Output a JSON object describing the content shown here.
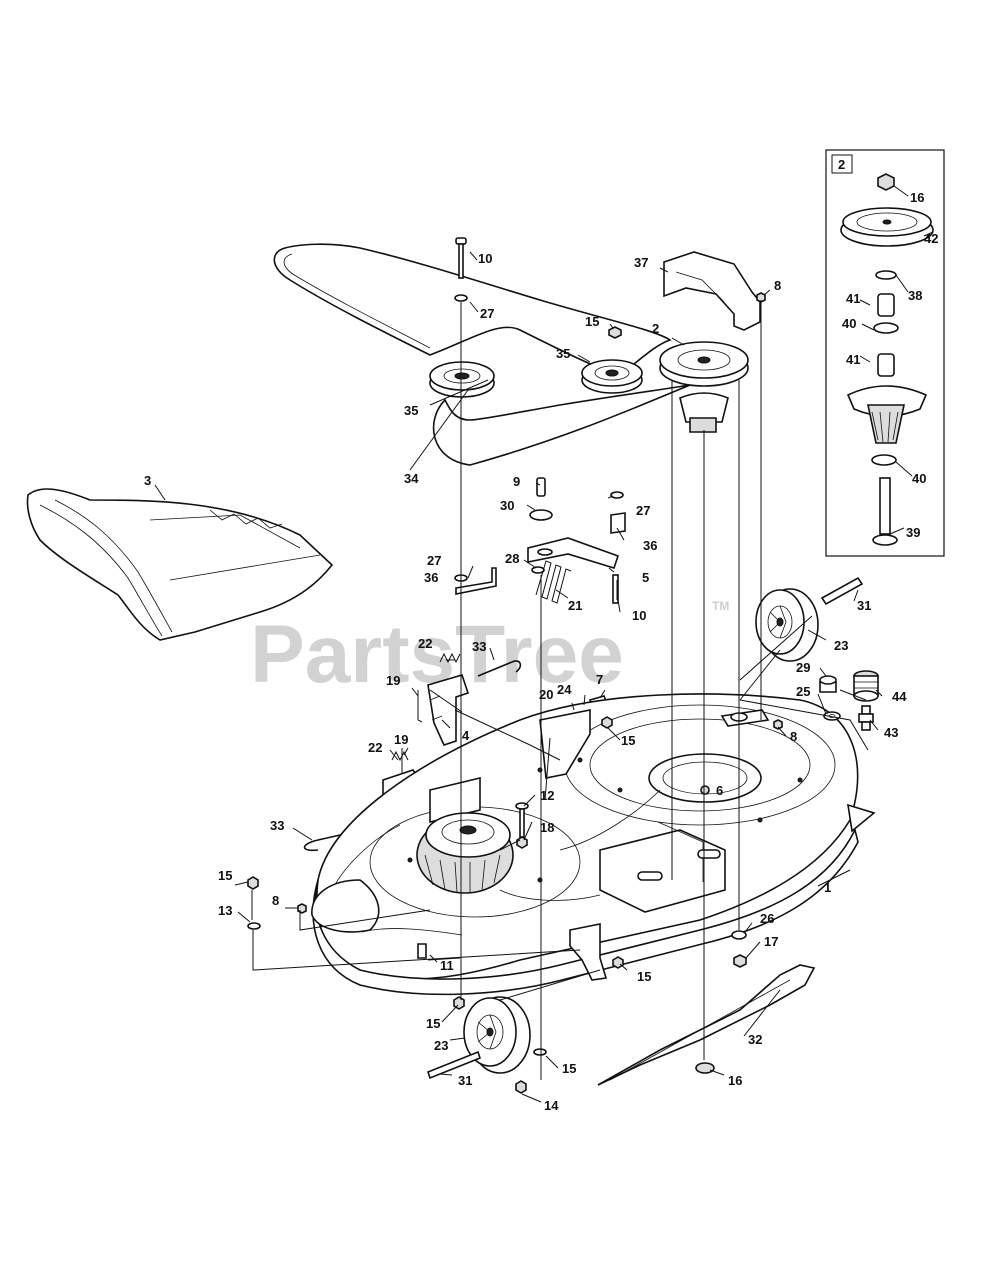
{
  "watermark": {
    "text": "PartsTree",
    "tm": "TM"
  },
  "inset_label": "2",
  "callouts": [
    {
      "id": "c1",
      "label": "1"
    },
    {
      "id": "c2",
      "label": "2"
    },
    {
      "id": "c3",
      "label": "3"
    },
    {
      "id": "c4",
      "label": "4"
    },
    {
      "id": "c5",
      "label": "5"
    },
    {
      "id": "c6",
      "label": "6"
    },
    {
      "id": "c7",
      "label": "7"
    },
    {
      "id": "c8a",
      "label": "8"
    },
    {
      "id": "c8b",
      "label": "8"
    },
    {
      "id": "c8c",
      "label": "8"
    },
    {
      "id": "c9",
      "label": "9"
    },
    {
      "id": "c10a",
      "label": "10"
    },
    {
      "id": "c10b",
      "label": "10"
    },
    {
      "id": "c11",
      "label": "11"
    },
    {
      "id": "c12",
      "label": "12"
    },
    {
      "id": "c13",
      "label": "13"
    },
    {
      "id": "c14",
      "label": "14"
    },
    {
      "id": "c15a",
      "label": "15"
    },
    {
      "id": "c15b",
      "label": "15"
    },
    {
      "id": "c15c",
      "label": "15"
    },
    {
      "id": "c15d",
      "label": "15"
    },
    {
      "id": "c15e",
      "label": "15"
    },
    {
      "id": "c15f",
      "label": "15"
    },
    {
      "id": "c16a",
      "label": "16"
    },
    {
      "id": "c16b",
      "label": "16"
    },
    {
      "id": "c17",
      "label": "17"
    },
    {
      "id": "c18",
      "label": "18"
    },
    {
      "id": "c19a",
      "label": "19"
    },
    {
      "id": "c19b",
      "label": "19"
    },
    {
      "id": "c20",
      "label": "20"
    },
    {
      "id": "c21",
      "label": "21"
    },
    {
      "id": "c22a",
      "label": "22"
    },
    {
      "id": "c22b",
      "label": "22"
    },
    {
      "id": "c23a",
      "label": "23"
    },
    {
      "id": "c23b",
      "label": "23"
    },
    {
      "id": "c24",
      "label": "24"
    },
    {
      "id": "c25",
      "label": "25"
    },
    {
      "id": "c26",
      "label": "26"
    },
    {
      "id": "c27a",
      "label": "27"
    },
    {
      "id": "c27b",
      "label": "27"
    },
    {
      "id": "c27c",
      "label": "27"
    },
    {
      "id": "c28",
      "label": "28"
    },
    {
      "id": "c29",
      "label": "29"
    },
    {
      "id": "c30",
      "label": "30"
    },
    {
      "id": "c31a",
      "label": "31"
    },
    {
      "id": "c31b",
      "label": "31"
    },
    {
      "id": "c32",
      "label": "32"
    },
    {
      "id": "c33a",
      "label": "33"
    },
    {
      "id": "c33b",
      "label": "33"
    },
    {
      "id": "c34",
      "label": "34"
    },
    {
      "id": "c35a",
      "label": "35"
    },
    {
      "id": "c35b",
      "label": "35"
    },
    {
      "id": "c36a",
      "label": "36"
    },
    {
      "id": "c36b",
      "label": "36"
    },
    {
      "id": "c37",
      "label": "37"
    },
    {
      "id": "c38",
      "label": "38"
    },
    {
      "id": "c39",
      "label": "39"
    },
    {
      "id": "c40a",
      "label": "40"
    },
    {
      "id": "c40b",
      "label": "40"
    },
    {
      "id": "c41a",
      "label": "41"
    },
    {
      "id": "c41b",
      "label": "41"
    },
    {
      "id": "c42",
      "label": "42"
    },
    {
      "id": "c43",
      "label": "43"
    },
    {
      "id": "c44",
      "label": "44"
    }
  ]
}
